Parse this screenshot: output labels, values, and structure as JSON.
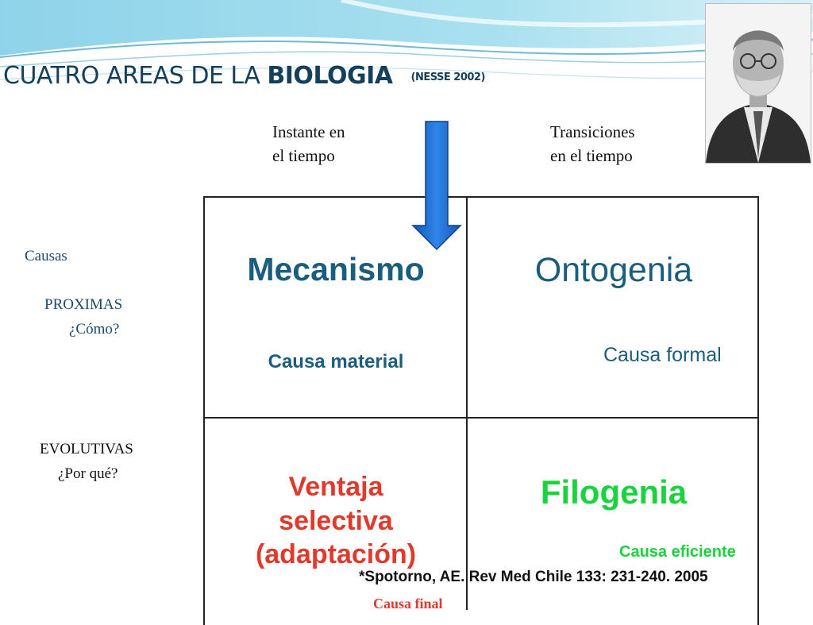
{
  "header": {
    "title_prefix": "CUATRO AREAS DE LA",
    "title_bold": "BIOLOGIA",
    "title_source": "(NESSE 2002)"
  },
  "columns": {
    "left": [
      "Instante en",
      "el tiempo"
    ],
    "right": [
      "Transiciones",
      "en el tiempo"
    ]
  },
  "rows": {
    "causas": "Causas",
    "proximas": "PROXIMAS",
    "proximas_question": "¿Cómo?",
    "evolutivas": "EVOLUTIVAS",
    "evolutivas_question": "¿Por qué?"
  },
  "cells": {
    "mecanismo": "Mecanismo",
    "ontogenia": "Ontogenia",
    "causa_material": "Causa material",
    "causa_formal": "Causa formal",
    "ventaja_lines": [
      "Ventaja",
      "selectiva",
      "(adaptación)"
    ],
    "filogenia": "Filogenia",
    "causa_eficiente": "Causa eficiente",
    "causa_final": "Causa final"
  },
  "reference": "*Spotorno, AE.  Rev  Med Chile  133: 231-240. 2005",
  "colors": {
    "title": "#14405c",
    "teal": "#1a5d7c",
    "red": "#e03a2c",
    "green": "#19d43c",
    "arrow": "#1d6fd1"
  },
  "icons": {
    "arrow": "down-arrow-icon",
    "photo": "portrait-photo"
  }
}
